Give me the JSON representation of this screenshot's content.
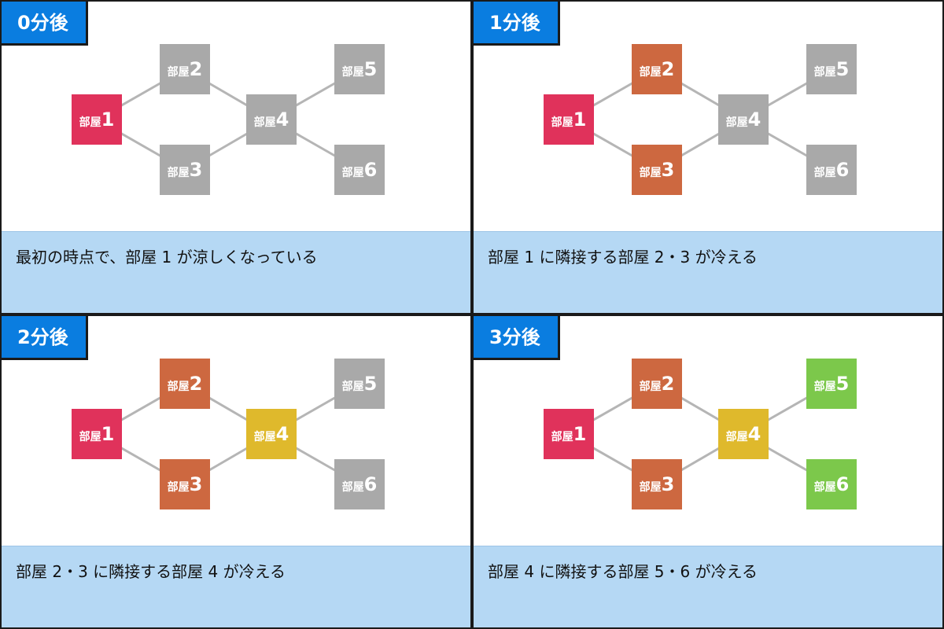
{
  "colors": {
    "gray": "#a9a9a9",
    "pink": "#e0325b",
    "orange": "#cd6840",
    "yellow": "#dfb92c",
    "green": "#7cc84b",
    "edge": "#b5b5b5",
    "tag_bg": "#0a7de0",
    "caption_bg": "#b5d8f4"
  },
  "room_prefix": "部屋",
  "rooms": [
    "1",
    "2",
    "3",
    "4",
    "5",
    "6"
  ],
  "panels": [
    {
      "tag": "0分後",
      "caption": "最初の時点で、部屋 1 が涼しくなっている",
      "states": [
        "pink",
        "gray",
        "gray",
        "gray",
        "gray",
        "gray"
      ]
    },
    {
      "tag": "1分後",
      "caption": "部屋 1 に隣接する部屋 2・3 が冷える",
      "states": [
        "pink",
        "orange",
        "orange",
        "gray",
        "gray",
        "gray"
      ]
    },
    {
      "tag": "2分後",
      "caption": "部屋 2・3 に隣接する部屋 4 が冷える",
      "states": [
        "pink",
        "orange",
        "orange",
        "yellow",
        "gray",
        "gray"
      ]
    },
    {
      "tag": "3分後",
      "caption": "部屋 4 に隣接する部屋 5・6 が冷える",
      "states": [
        "pink",
        "orange",
        "orange",
        "yellow",
        "green",
        "green"
      ]
    }
  ]
}
